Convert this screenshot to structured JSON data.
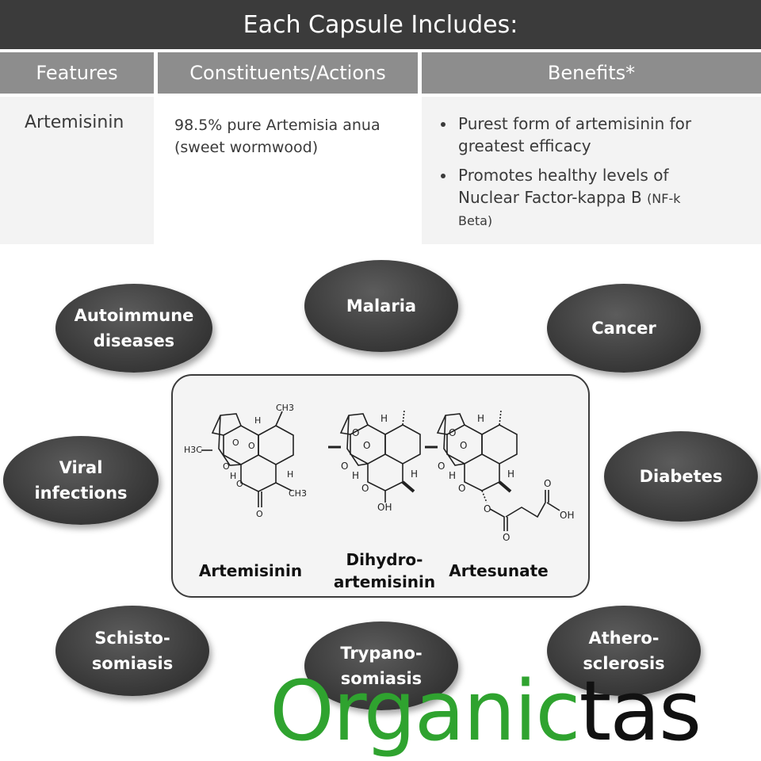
{
  "title": "Each Capsule Includes:",
  "table": {
    "headers": [
      "Features",
      "Constituents/Actions",
      "Benefits*"
    ],
    "feature": "Artemisinin",
    "constituents_line1": "98.5% pure Artemisia anua",
    "constituents_line2": "(sweet wormwood)",
    "benefits": [
      {
        "line1": "Purest form of artemisinin for",
        "line2": "greatest efficacy"
      },
      {
        "line1": "Promotes healthy levels of",
        "line2": "Nuclear Factor-kappa B",
        "line2_small": "(NF-k",
        "line3": "Beta)"
      }
    ]
  },
  "conditions": {
    "autoimmune": [
      "Autoimmune",
      "diseases"
    ],
    "malaria": [
      "Malaria"
    ],
    "cancer": [
      "Cancer"
    ],
    "viral": [
      "Viral",
      "infections"
    ],
    "diabetes": [
      "Diabetes"
    ],
    "schisto": [
      "Schisto-",
      "somiasis"
    ],
    "trypano": [
      "Trypano-",
      "somiasis"
    ],
    "athero": [
      "Athero-",
      "sclerosis"
    ]
  },
  "molecules": {
    "artemisinin": "Artemisinin",
    "dihydro_line1": "Dihydro-",
    "dihydro_line2": "artemisinin",
    "artesunate": "Artesunate",
    "atoms": {
      "h": "H",
      "o": "O",
      "ch3": "CH3",
      "h3c": "H3C",
      "oh": "OH"
    }
  },
  "logo": {
    "green": "Organic",
    "black": "tas"
  },
  "colors": {
    "title_bg": "#3b3b3b",
    "header_bg": "#8d8d8d",
    "cell_bg": "#f3f3f3",
    "logo_green": "#2fa32f"
  }
}
